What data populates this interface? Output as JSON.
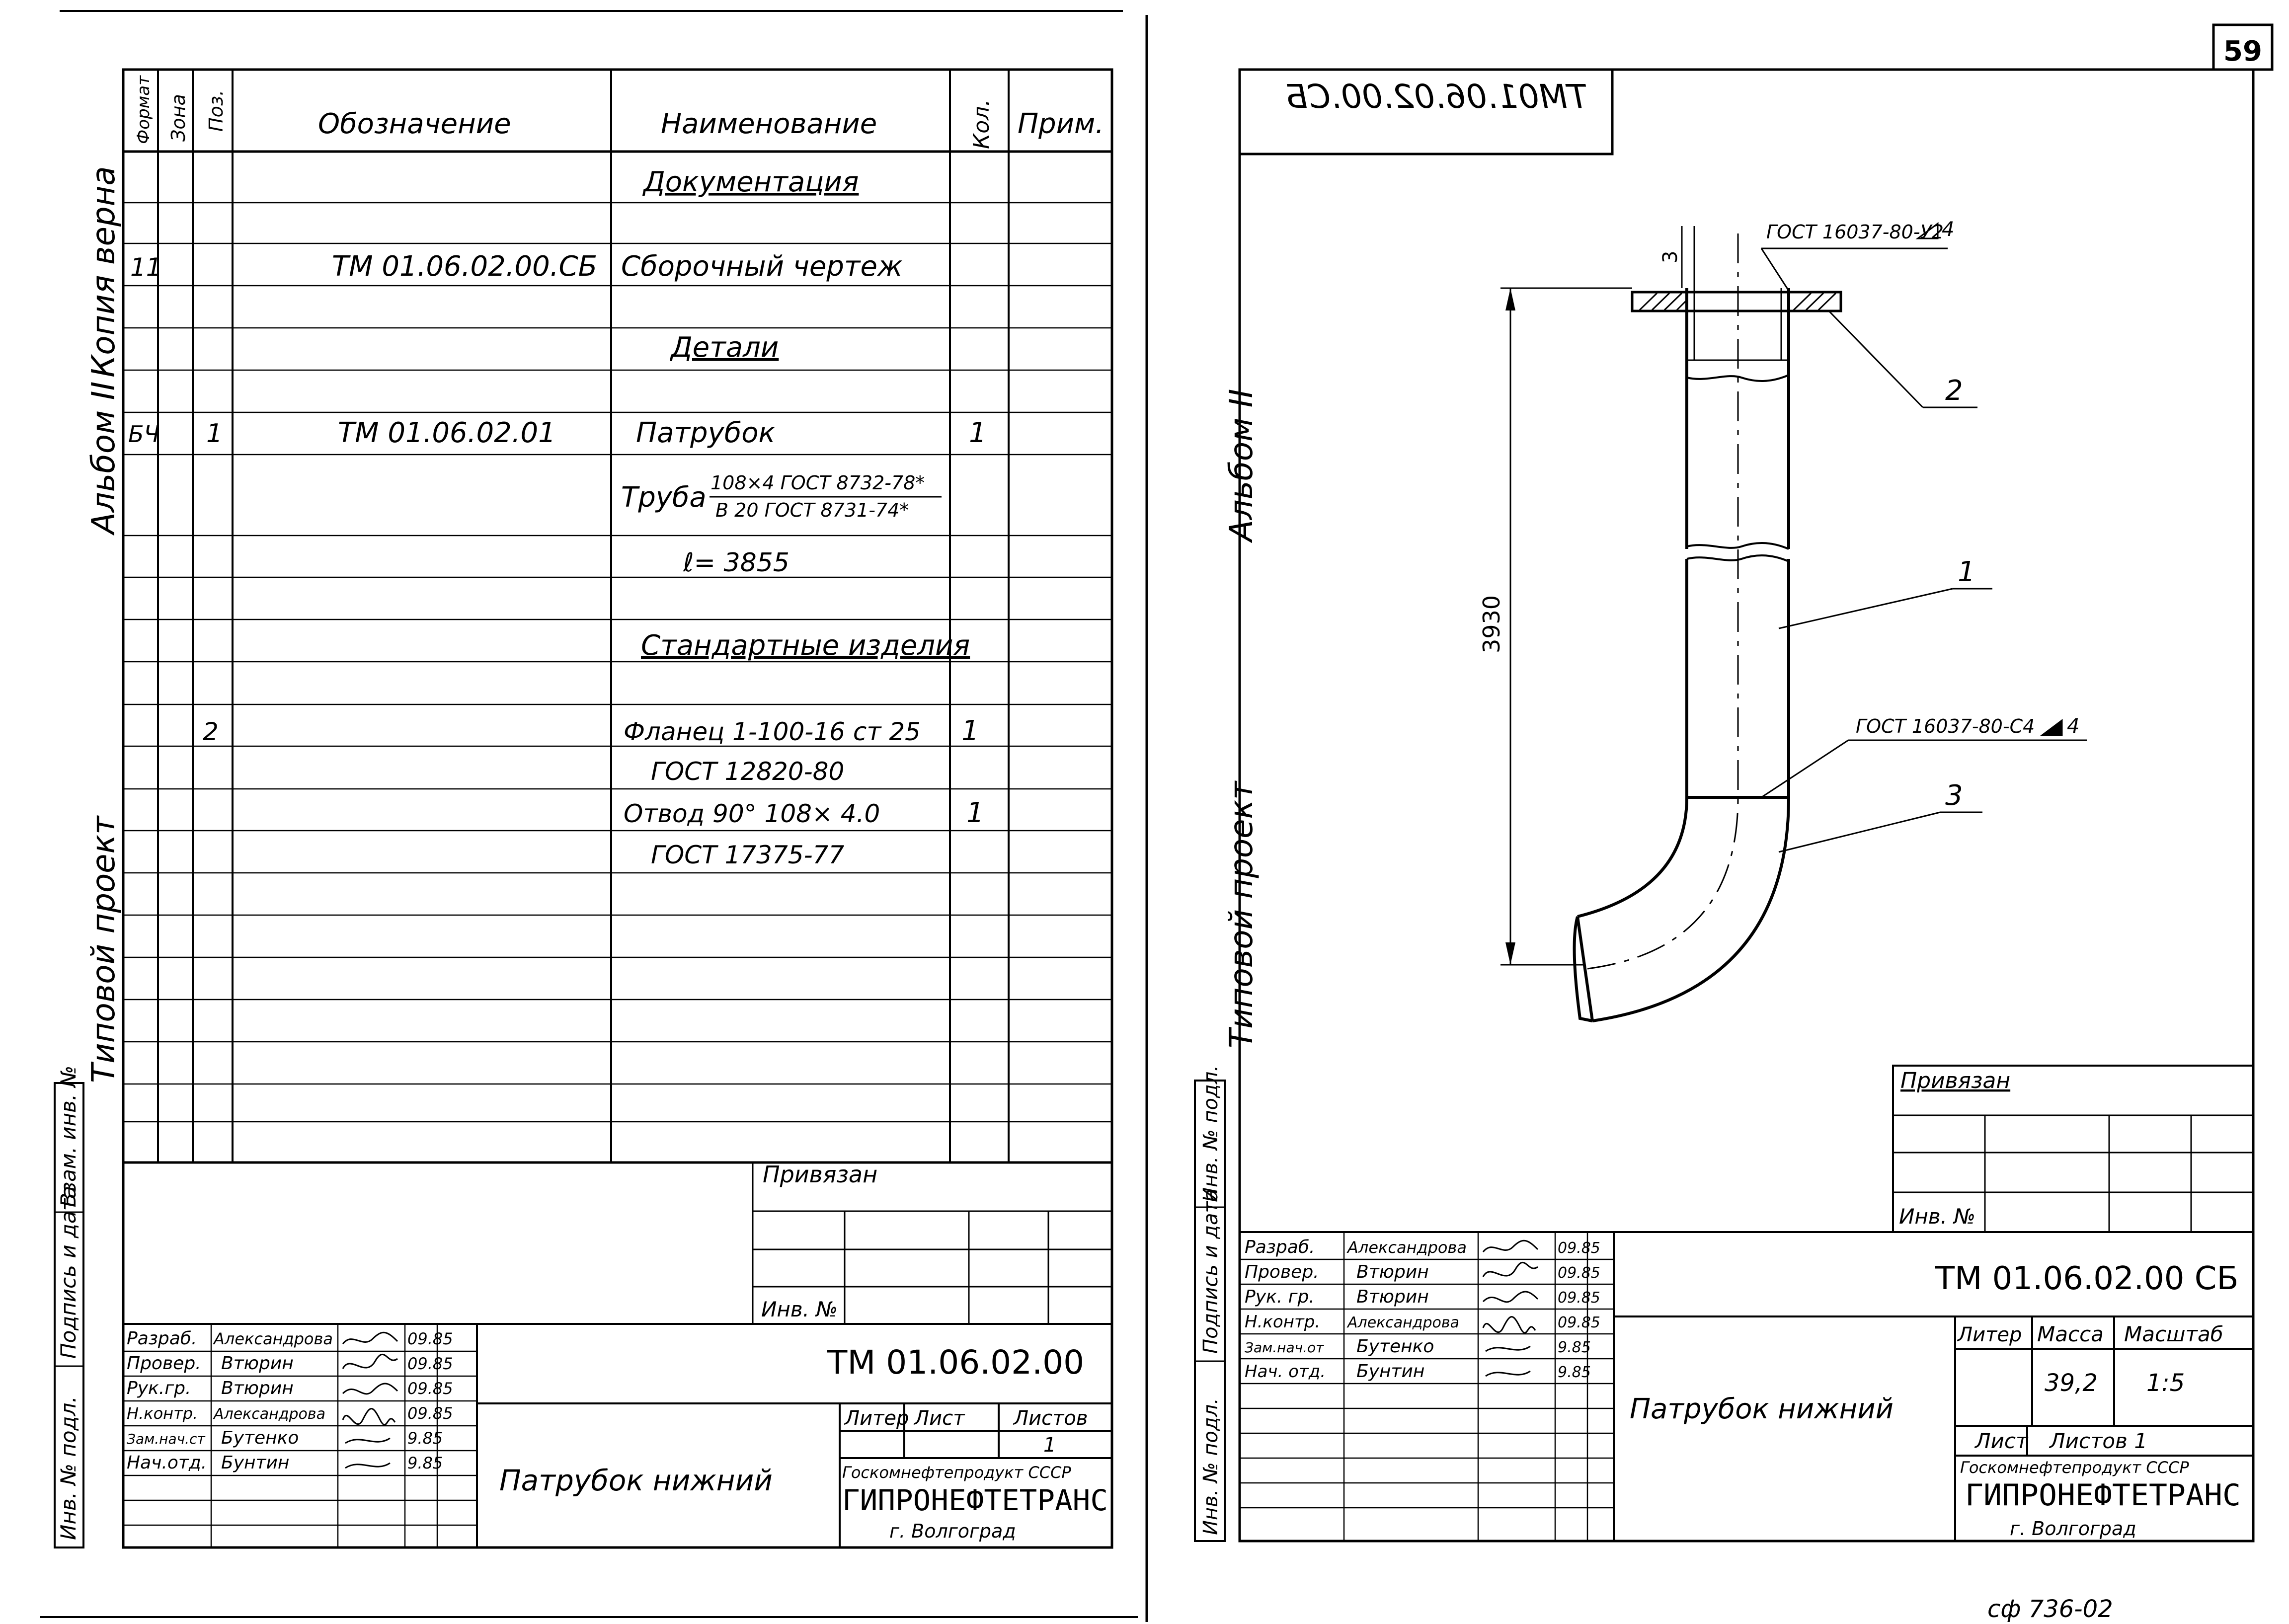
{
  "sheet_number": "59",
  "footer_code": "сф 736-02",
  "left": {
    "margin_labels": {
      "album": "Альбом II",
      "copy": "Копия верна",
      "typical": "Типовой проект",
      "sig_cols": [
        "Инв. № подл.",
        "Подпись и дата",
        "Взам. инв. №"
      ]
    },
    "spec_headers": {
      "format": "Формат",
      "zone": "Зона",
      "pos": "Поз.",
      "designation": "Обозначение",
      "name": "Наименование",
      "qty": "Кол.",
      "note": "Прим."
    },
    "rows": {
      "r1_name": "Документация",
      "r2_format": "11",
      "r2_designation": "ТМ 01.06.02.00.СБ",
      "r2_name": "Сборочный чертеж",
      "r3_name": "Детали",
      "r4_format": "БЧ",
      "r4_pos": "1",
      "r4_designation": "ТМ 01.06.02.01",
      "r4_name": "Патрубок",
      "r4_qty": "1",
      "r5_prefix": "Труба",
      "r5_num": "108×4 ГОСТ 8732-78*",
      "r5_den": "В 20 ГОСТ 8731-74*",
      "r6_name": "ℓ= 3855",
      "r7_name": "Стандартные изделия",
      "r8_pos": "2",
      "r8_name": "Фланец 1-100-16 ст 25",
      "r8_qty": "1",
      "r9_name": "ГОСТ 12820-80",
      "r10_name": "Отвод 90° 108× 4.0",
      "r10_qty": "1",
      "r11_name": "ГОСТ 17375-77"
    },
    "privyazan": "Привязан",
    "inv_no": "Инв. №",
    "title_block": {
      "roles": [
        "Разраб.",
        "Провер.",
        "Рук.гр.",
        "Н.контр.",
        "Зам.нач.ст",
        "Нач.отд."
      ],
      "names": [
        "Александрова",
        "Втюрин",
        "Втюрин",
        "Александрова",
        "Бутенко",
        "Бунтин"
      ],
      "dates": [
        "09.85",
        "09.85",
        "09.85",
        "09.85",
        "9.85",
        "9.85"
      ],
      "code": "ТМ 01.06.02.00",
      "title": "Патрубок нижний",
      "liter": "Литер",
      "list": "Лист",
      "listov": "Листов",
      "listov_value": "1",
      "org1": "Госкомнефтепродукт СССР",
      "org2": "ГИПРОНЕФТЕТРАНС",
      "city": "г. Волгоград"
    }
  },
  "right": {
    "margin_labels": {
      "album": "Альбом II",
      "typical": "Типовой проект",
      "sig_cols": [
        "Инв. № подл.",
        "Подпись и дата",
        "Инв. № подл."
      ]
    },
    "mirrored_stamp": "ТМ01.06.02.00.СБ",
    "drawing": {
      "weld_top": "ГОСТ 16037-80-У2",
      "weld_top_leg": "4",
      "weld_mid": "ГОСТ 16037-80-С4",
      "weld_mid_leg": "4",
      "dim_total": "3930",
      "dim_small": "3",
      "pos1": "1",
      "pos2": "2",
      "pos3": "3"
    },
    "privyazan": "Привязан",
    "inv_no": "Инв. №",
    "title_block": {
      "roles": [
        "Разраб.",
        "Провер.",
        "Рук. гр.",
        "Н.контр.",
        "Зам.нач.от",
        "Нач. отд."
      ],
      "names": [
        "Александрова",
        "Втюрин",
        "Втюрин",
        "Александрова",
        "Бутенко",
        "Бунтин"
      ],
      "dates": [
        "09.85",
        "09.85",
        "09.85",
        "09.85",
        "9.85",
        "9.85"
      ],
      "code": "ТМ 01.06.02.00 СБ",
      "title": "Патрубок нижний",
      "liter": "Литер",
      "massa": "Масса",
      "masshtab": "Масштаб",
      "massa_value": "39,2",
      "masshtab_value": "1:5",
      "list": "Лист",
      "listov": "Листов 1",
      "org1": "Госкомнефтепродукт СССР",
      "org2": "ГИПРОНЕФТЕТРАНС",
      "city": "г. Волгоград"
    }
  }
}
